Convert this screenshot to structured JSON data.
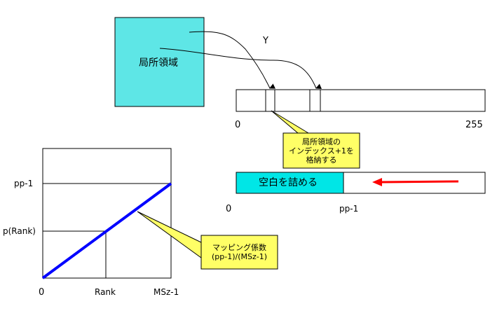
{
  "local_region": {
    "label": "局所領域",
    "color": "#5ee6e6"
  },
  "y_label": "Y",
  "top_bar": {
    "start_label": "0",
    "end_label": "255"
  },
  "callout_index": {
    "text": "局所領域の\nインデックス+1を\n格納する",
    "fill": "#ffff66"
  },
  "bottom_bar": {
    "filled_label": "空白を詰める",
    "fill": "#00e6e6",
    "start_label": "0",
    "mid_label": "pp-1",
    "arrow_color": "#ff0000"
  },
  "callout_mapping": {
    "text": "マッピング係数\n(pp-1)/(MSz-1)",
    "fill": "#ffff66"
  },
  "graph": {
    "y_tick_top": "pp-1",
    "y_tick_mid": "p(Rank)",
    "x_tick_origin": "0",
    "x_tick_rank": "Rank",
    "x_tick_end": "MSz-1",
    "line_color": "#0000ff"
  }
}
